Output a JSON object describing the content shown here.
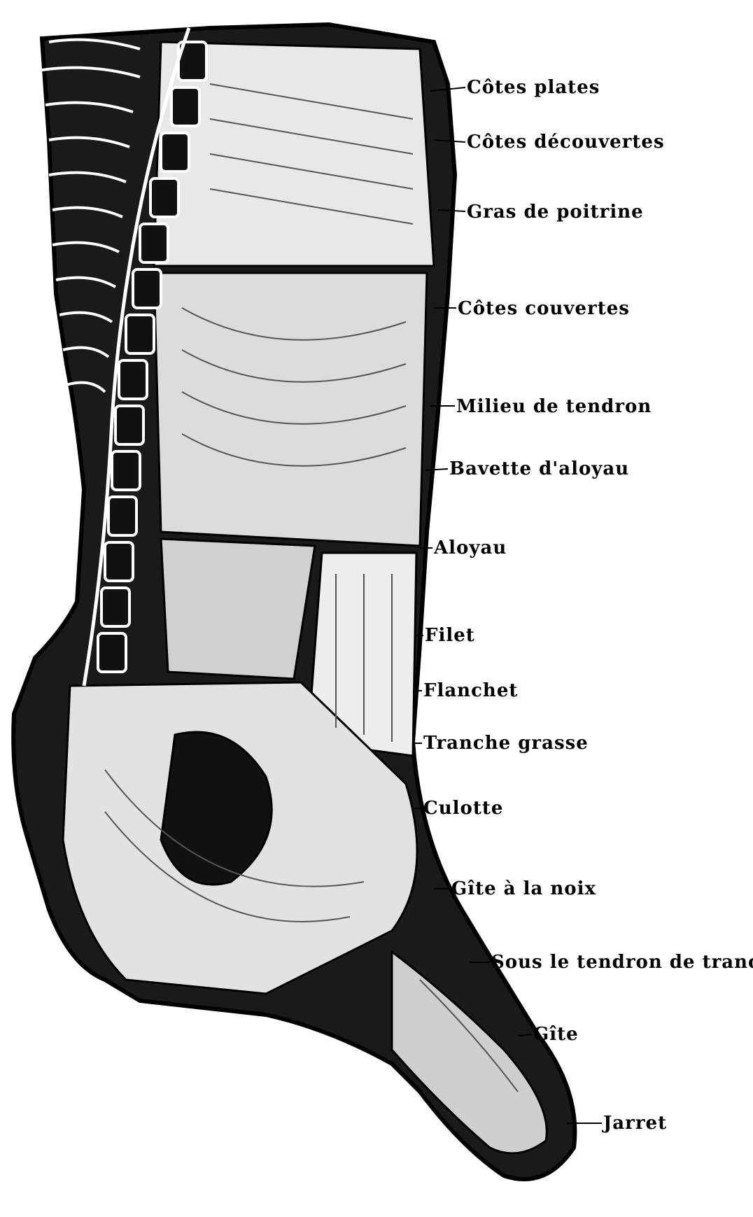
{
  "figure": {
    "ink": "#000000",
    "paper": "#ffffff",
    "labels": [
      "Côtes plates",
      "Côtes découvertes",
      "Gras de poitrine",
      "Côtes couvertes",
      "Milieu de tendron",
      "Bavette d'aloyau",
      "Aloyau",
      "Filet",
      "Flanchet",
      "Tranche grasse",
      "Culotte",
      "Gîte à la noix",
      "Sous le tendron de tranche",
      "Gîte",
      "Jarret"
    ]
  }
}
